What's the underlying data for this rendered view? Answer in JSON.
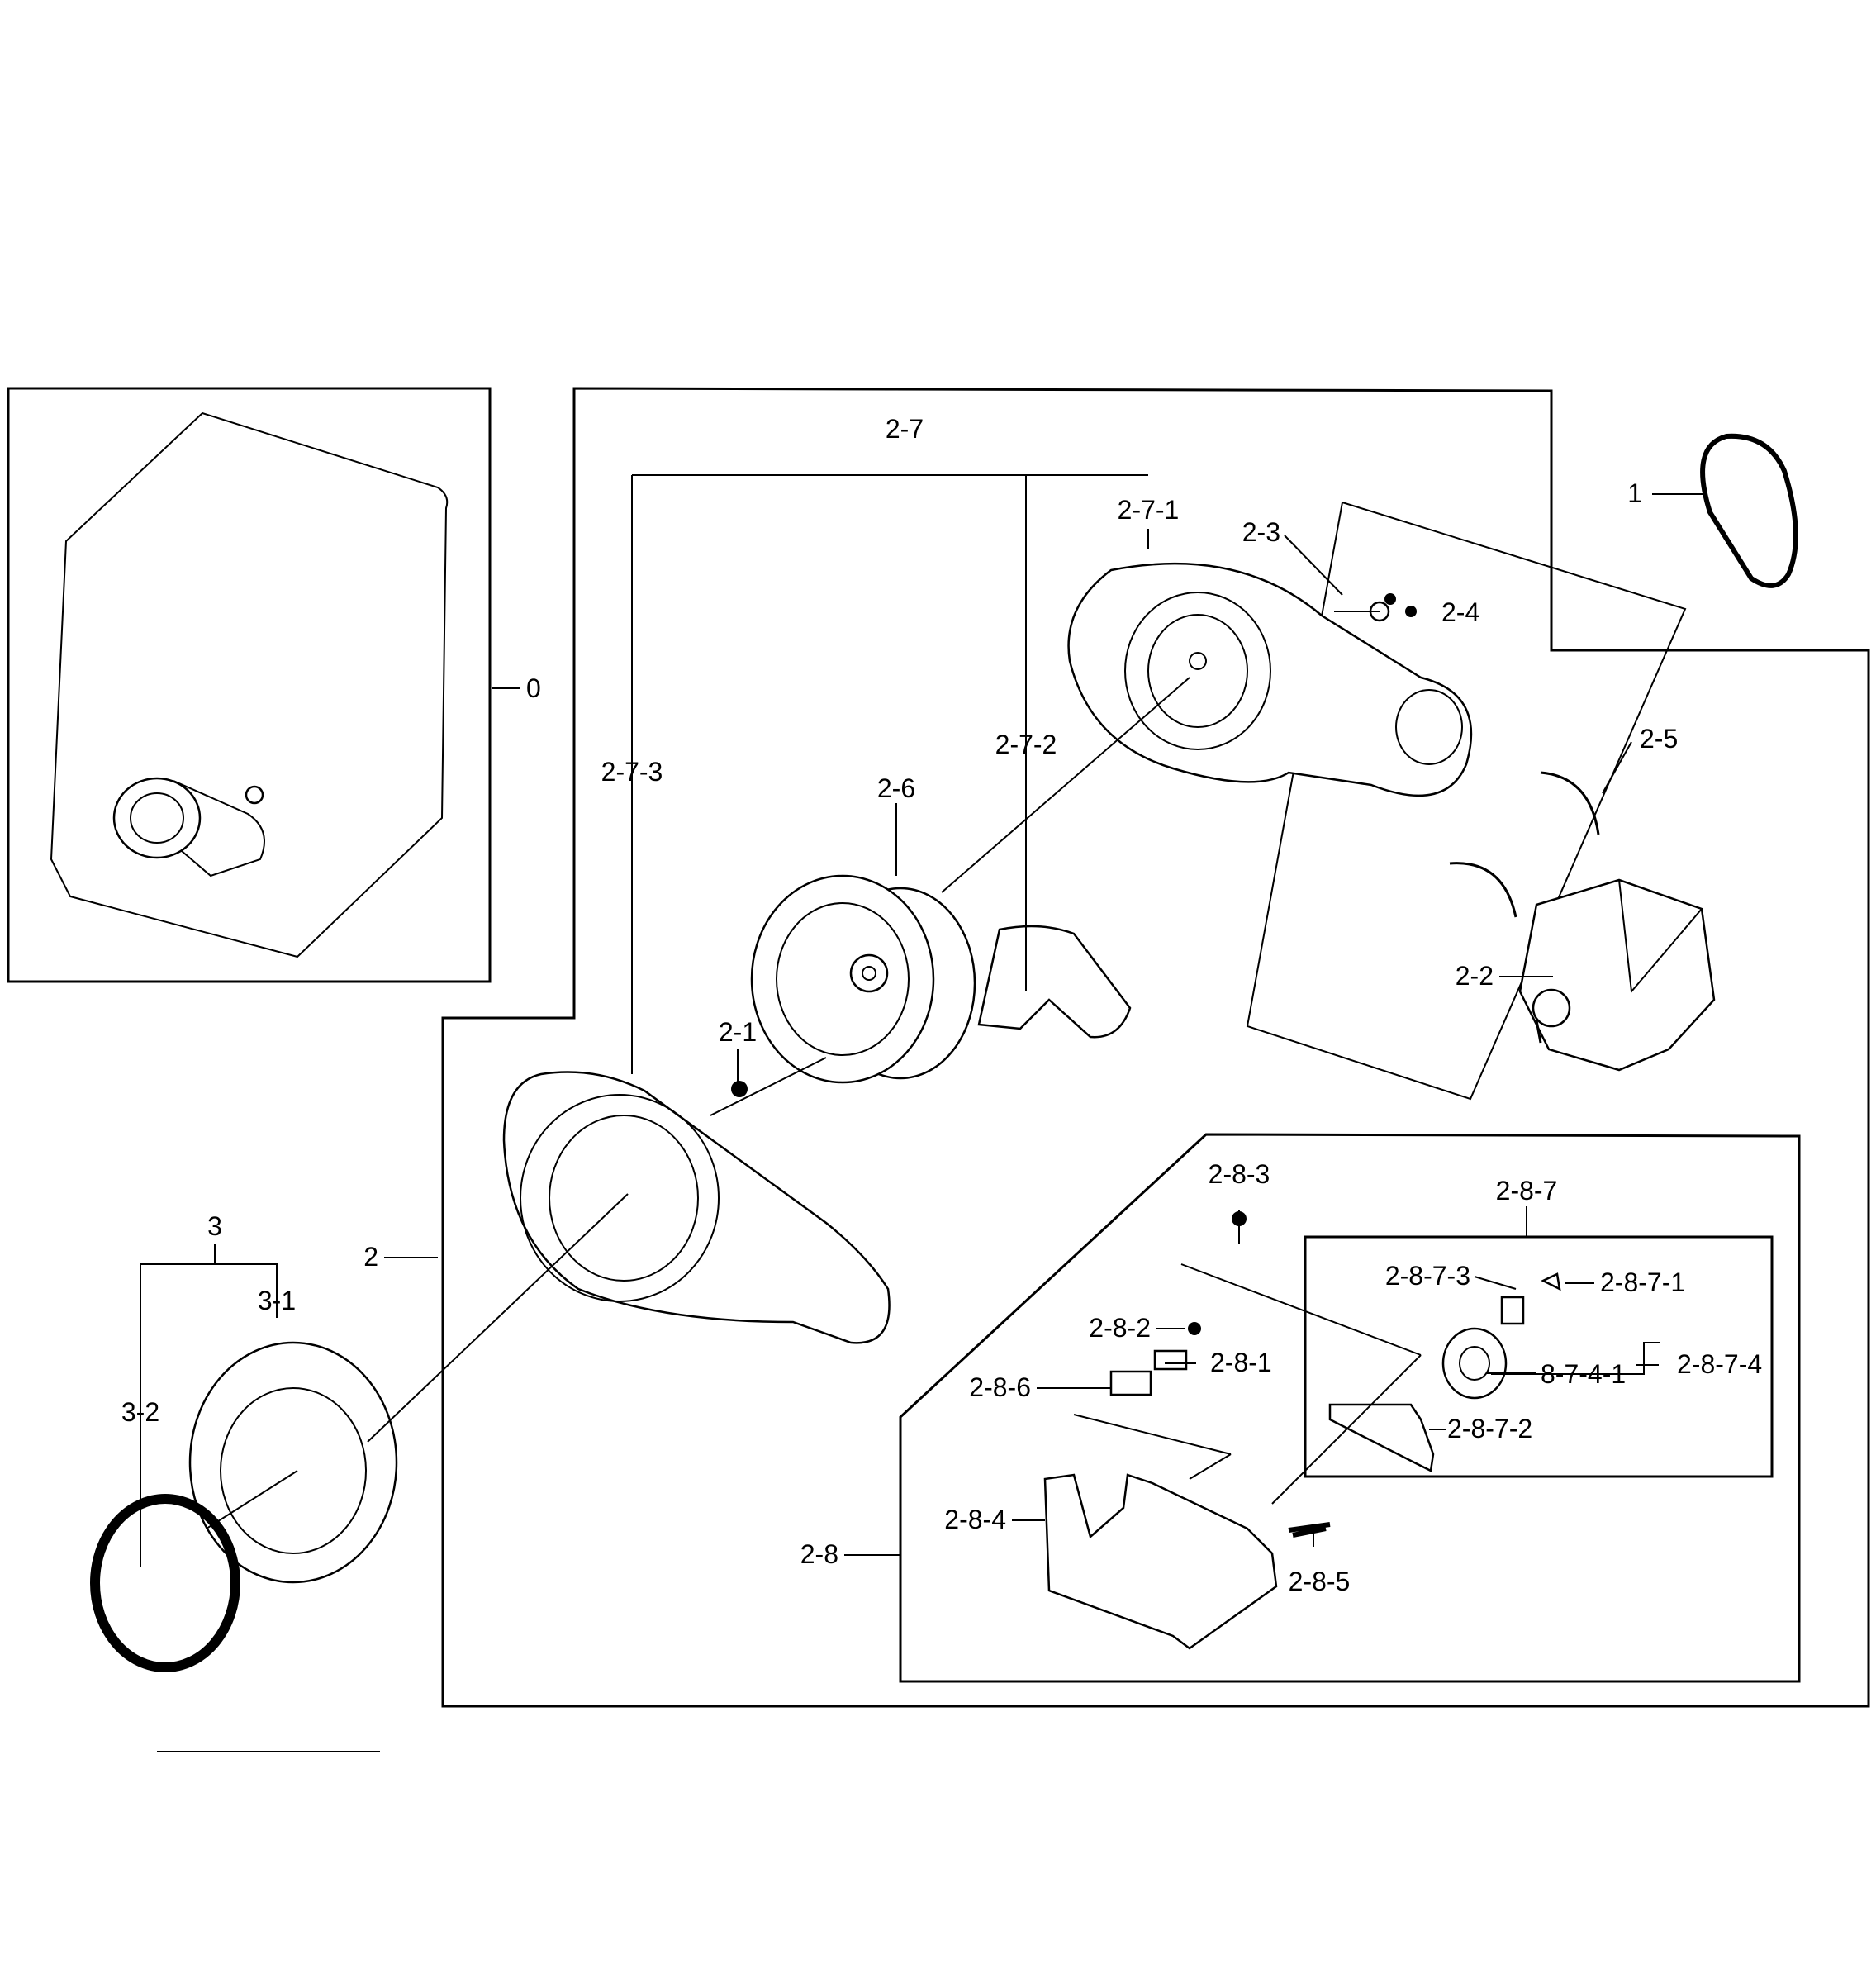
{
  "labels": {
    "l0": "0",
    "l1": "1",
    "l2": "2",
    "l2_1": "2-1",
    "l2_2": "2-2",
    "l2_3": "2-3",
    "l2_4": "2-4",
    "l2_5": "2-5",
    "l2_6": "2-6",
    "l2_7": "2-7",
    "l2_7_1": "2-7-1",
    "l2_7_2": "2-7-2",
    "l2_7_3": "2-7-3",
    "l2_8": "2-8",
    "l2_8_1": "2-8-1",
    "l2_8_2": "2-8-2",
    "l2_8_3": "2-8-3",
    "l2_8_4": "2-8-4",
    "l2_8_5": "2-8-5",
    "l2_8_6": "2-8-6",
    "l2_8_7": "2-8-7",
    "l2_8_7_1": "2-8-7-1",
    "l2_8_7_2": "2-8-7-2",
    "l2_8_7_3": "2-8-7-3",
    "l2_8_7_4": "2-8-7-4",
    "l8_7_4_1": "8-7-4-1",
    "l3": "3",
    "l3_1": "3-1",
    "l3_2": "3-2"
  }
}
